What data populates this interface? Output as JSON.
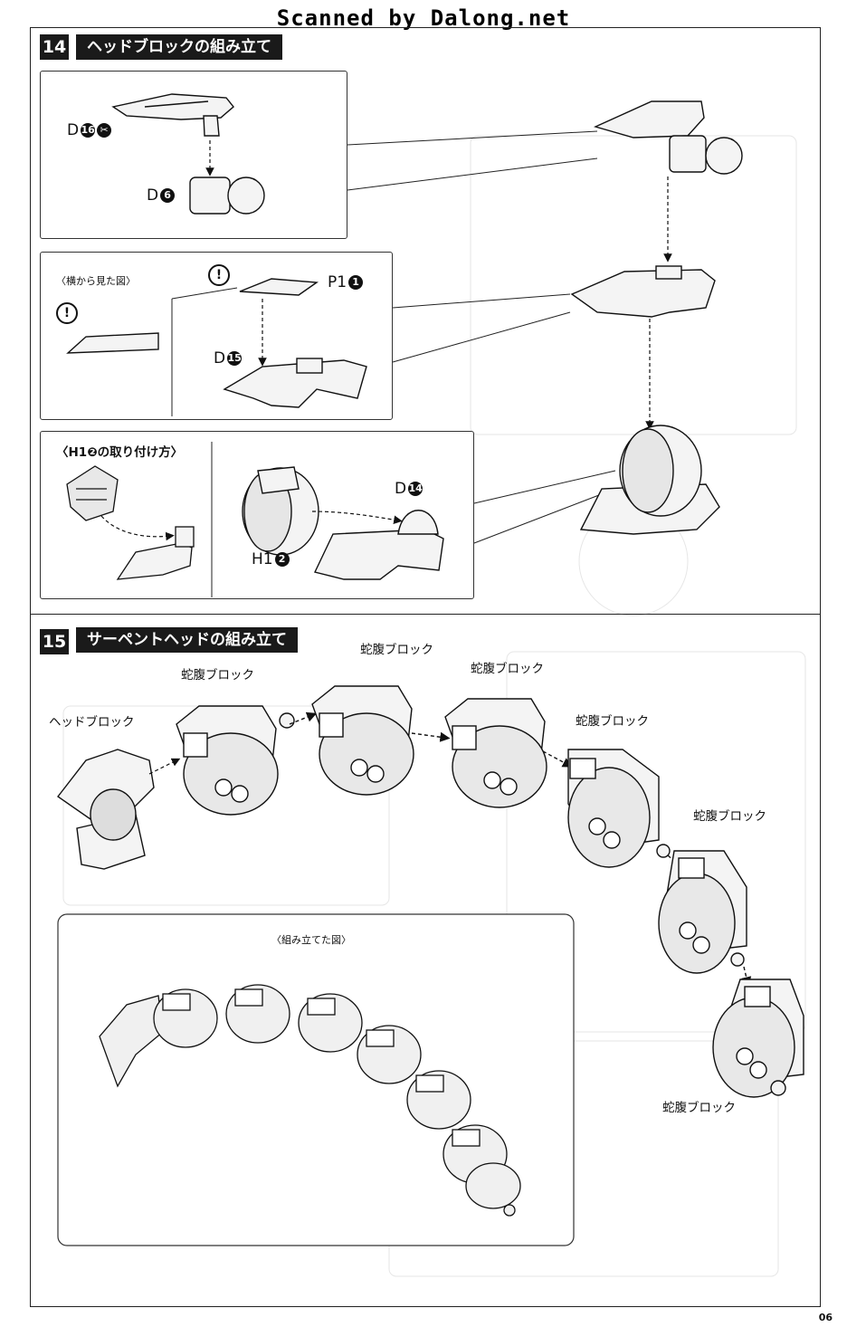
{
  "watermark": "Scanned by Dalong.net",
  "page_number": "06",
  "step14": {
    "number": "14",
    "title": "ヘッドブロックの組み立て",
    "box1": {
      "part_top_label": "D",
      "part_top_num": "16",
      "part_bottom_label": "D",
      "part_bottom_num": "6"
    },
    "box2": {
      "side_view_caption": "〈横から見た図〉",
      "part_a_label": "P1",
      "part_a_num": "1",
      "part_b_label": "D",
      "part_b_num": "15",
      "excl_mark": "!"
    },
    "box3": {
      "caption": "〈H1❷の取り付け方〉",
      "part_a_label": "D",
      "part_a_num": "14",
      "part_b_label": "H1",
      "part_b_num": "2"
    }
  },
  "step15": {
    "number": "15",
    "title": "サーペントヘッドの組み立て",
    "head_label": "ヘッドブロック",
    "belly_label": "蛇腹ブロック",
    "assembled_caption": "〈組み立てた図〉"
  },
  "colors": {
    "ink": "#111111",
    "title_bg": "#1a1a1a",
    "part_fill": "#f4f4f4",
    "shade": "#555555"
  }
}
